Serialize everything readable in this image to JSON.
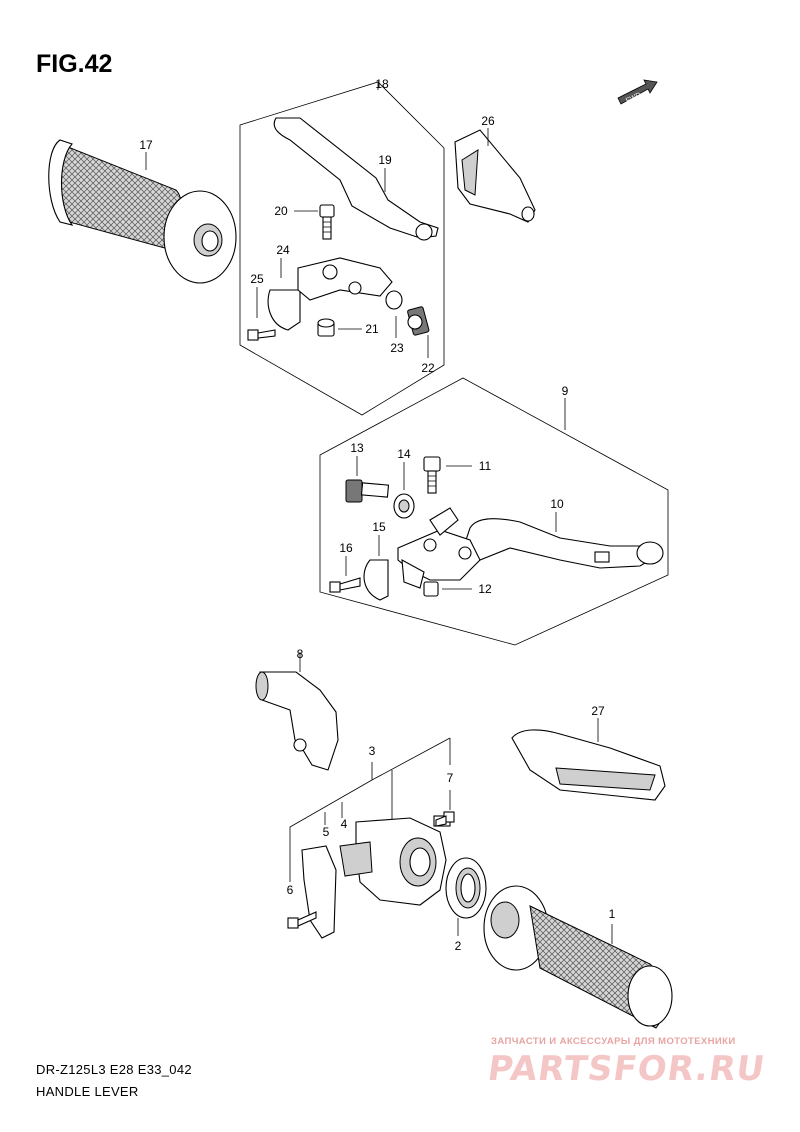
{
  "figure": {
    "title": "FIG.42"
  },
  "footer": {
    "model": "DR-Z125L3 E28 E33_042",
    "caption": "HANDLE LEVER"
  },
  "watermark": {
    "tagline": "ЗАПЧАСТИ И АКСЕССУАРЫ ДЛЯ МОТОТЕХНИКИ",
    "logo": "PARTSFOR.RU"
  },
  "fwd_badge": "FWD",
  "callouts": {
    "p1": "1",
    "p2": "2",
    "p3": "3",
    "p4": "4",
    "p5": "5",
    "p6": "6",
    "p7": "7",
    "p8": "8",
    "p9": "9",
    "p10": "10",
    "p11": "11",
    "p12": "12",
    "p13": "13",
    "p14": "14",
    "p15": "15",
    "p16": "16",
    "p17": "17",
    "p18": "18",
    "p19": "19",
    "p20": "20",
    "p21": "21",
    "p22": "22",
    "p23": "23",
    "p24": "24",
    "p25": "25",
    "p26": "26",
    "p27": "27"
  },
  "colors": {
    "line": "#000000",
    "shade": "#cfcfcf",
    "watermark": "#f4c6c6"
  }
}
